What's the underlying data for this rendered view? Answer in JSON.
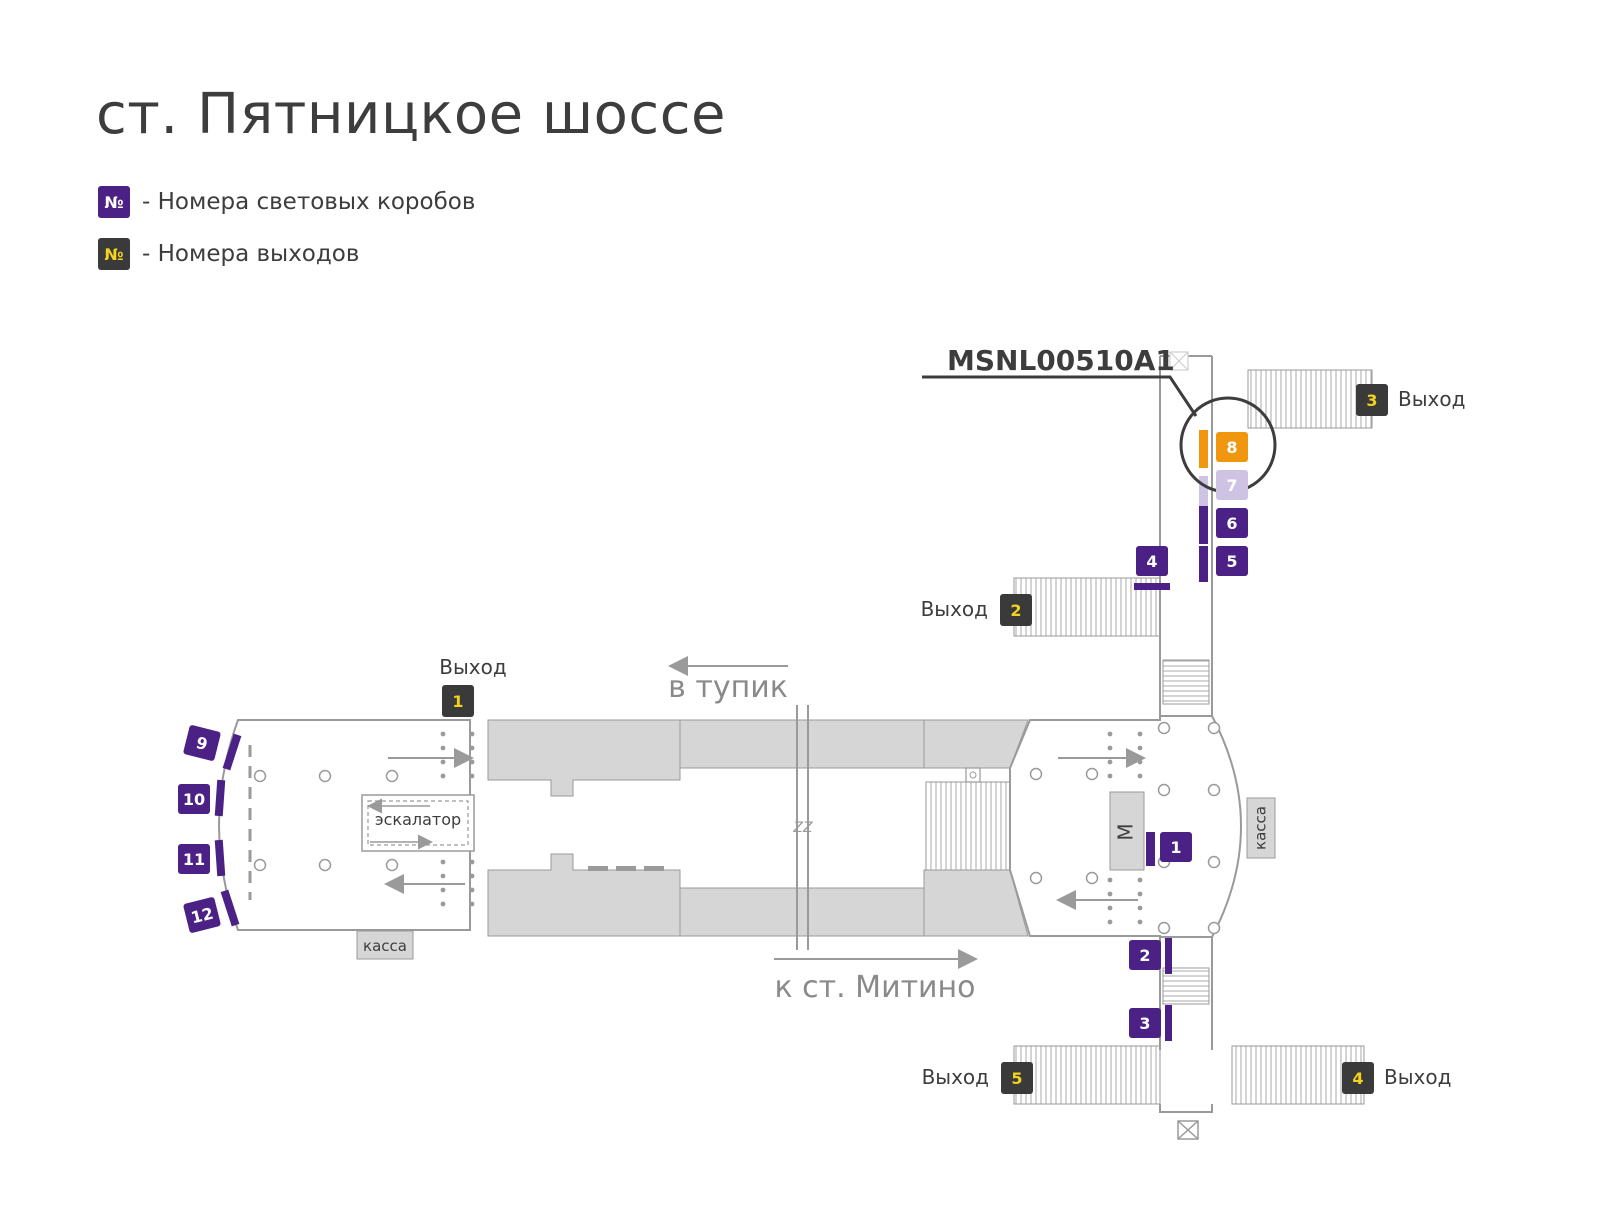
{
  "title": "ст. Пятницкое шоссе",
  "legend": [
    {
      "symbol": "№",
      "kind": "box",
      "label": "- Номера световых коробов"
    },
    {
      "symbol": "№",
      "kind": "exit",
      "label": "- Номера выходов"
    }
  ],
  "highlight_label": "MSNL00510A1",
  "exit_word": "Выход",
  "exits": [
    {
      "number": "1"
    },
    {
      "number": "2"
    },
    {
      "number": "3"
    },
    {
      "number": "4"
    },
    {
      "number": "5"
    }
  ],
  "light_boxes": [
    {
      "number": "1",
      "state": "normal"
    },
    {
      "number": "2",
      "state": "normal"
    },
    {
      "number": "3",
      "state": "normal"
    },
    {
      "number": "4",
      "state": "normal"
    },
    {
      "number": "5",
      "state": "normal"
    },
    {
      "number": "6",
      "state": "normal"
    },
    {
      "number": "7",
      "state": "faded"
    },
    {
      "number": "8",
      "state": "highlighted"
    },
    {
      "number": "9",
      "state": "normal"
    },
    {
      "number": "10",
      "state": "normal"
    },
    {
      "number": "11",
      "state": "normal"
    },
    {
      "number": "12",
      "state": "normal"
    }
  ],
  "labels": {
    "dead_end": "в тупик",
    "to_mitino": "к ст. Митино",
    "escalator": "эскалатор",
    "ticket_office": "касса",
    "metro_sign": "М",
    "gap_mark": "ZZ"
  },
  "colors": {
    "box": "#4b2185",
    "box_faded": "#cfc3e3",
    "box_highlight": "#f0960f",
    "exit_bg": "#3a3a3a",
    "exit_text": "#f5d21e",
    "track": "#d6d6d6",
    "line": "#9a9a9a"
  }
}
